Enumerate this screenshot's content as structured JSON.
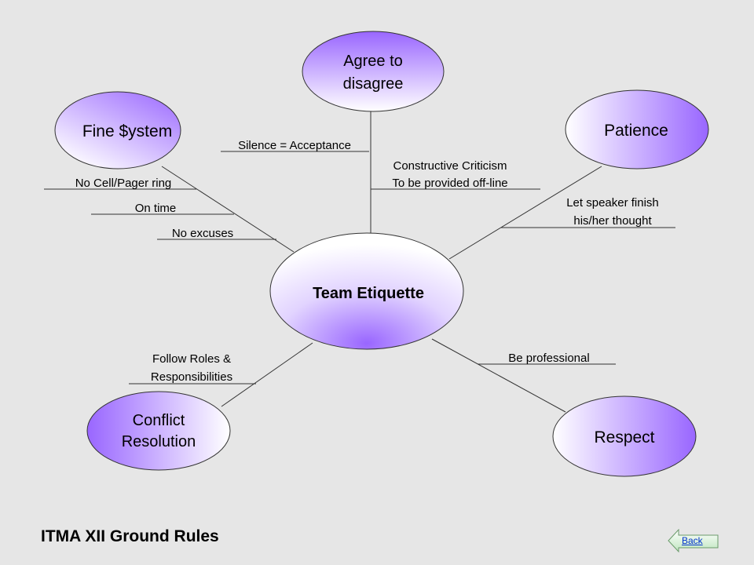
{
  "center": {
    "label": "Team Etiquette"
  },
  "nodes": {
    "agree": [
      "Agree to",
      "disagree"
    ],
    "fine": [
      "Fine $ystem"
    ],
    "patience": [
      "Patience"
    ],
    "conflict": [
      "Conflict",
      "Resolution"
    ],
    "respect": [
      "Respect"
    ]
  },
  "labels": {
    "silence": "Silence = Acceptance",
    "constructive_1": "Constructive Criticism",
    "constructive_2": "To be provided off-line",
    "no_cell": "No Cell/Pager ring",
    "on_time": "On time",
    "no_excuses": "No excuses",
    "let_speaker_1": "Let speaker finish",
    "let_speaker_2": "his/her thought",
    "follow_roles_1": "Follow Roles &",
    "follow_roles_2": "Responsibilities",
    "be_professional": "Be professional"
  },
  "footer": {
    "title": "ITMA XII Ground Rules",
    "back_label": "Back"
  },
  "colors": {
    "accent": "#9966ff",
    "background": "#e6e6e6"
  }
}
